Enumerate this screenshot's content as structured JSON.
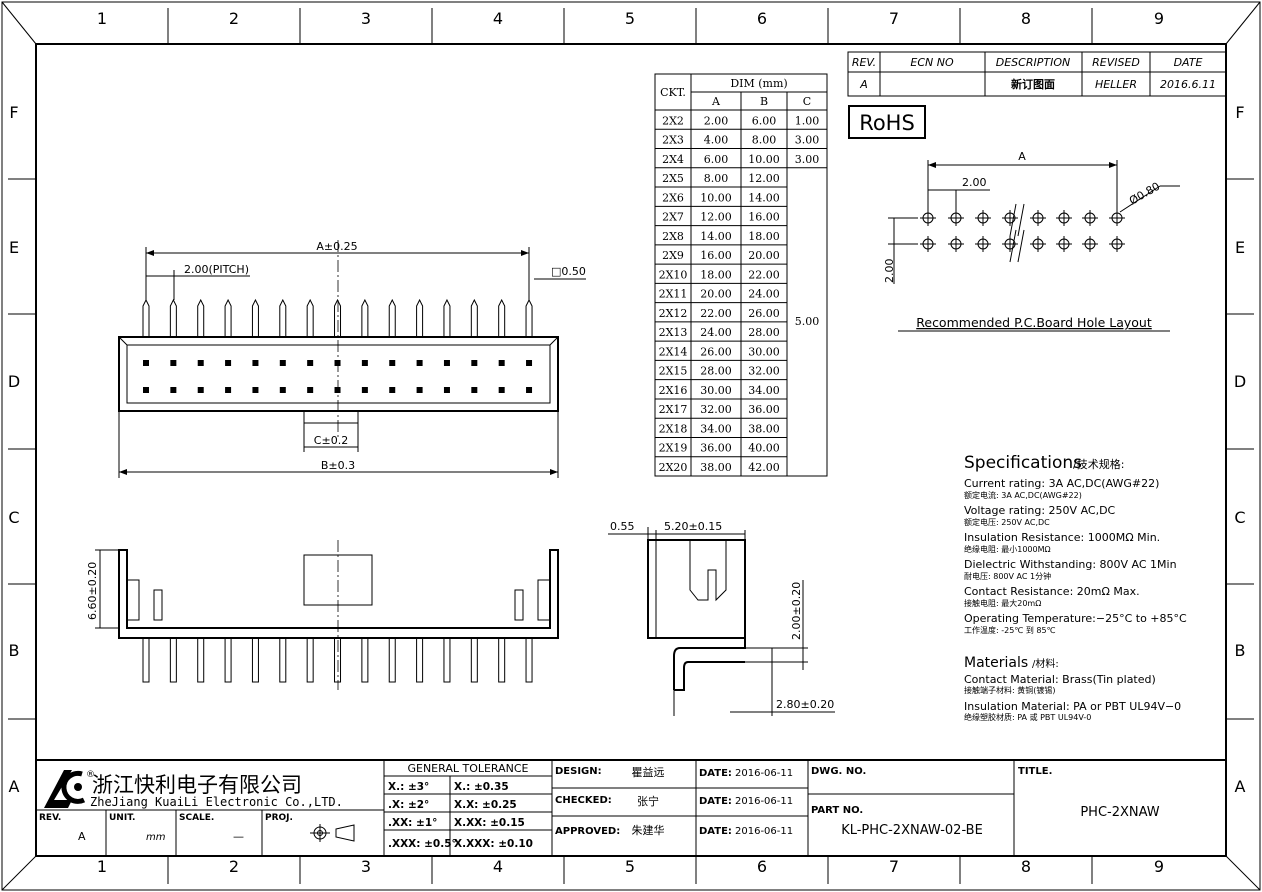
{
  "frame": {
    "col_labels": [
      "1",
      "2",
      "3",
      "4",
      "5",
      "6",
      "7",
      "8",
      "9"
    ],
    "row_labels": [
      "F",
      "E",
      "D",
      "C",
      "B",
      "A"
    ]
  },
  "revision": {
    "headers": [
      "REV.",
      "ECN NO",
      "DESCRIPTION",
      "REVISED",
      "DATE"
    ],
    "row": [
      "A",
      "",
      "新订图面",
      "HELLER",
      "2016.6.11"
    ]
  },
  "rohs": "RoHS",
  "dim_table": {
    "ckt_header": "CKT.",
    "dim_header": "DIM (mm)",
    "col_headers": [
      "A",
      "B",
      "C"
    ],
    "rows": [
      {
        "ckt": "2X2",
        "a": "2.00",
        "b": "6.00",
        "c": "1.00"
      },
      {
        "ckt": "2X3",
        "a": "4.00",
        "b": "8.00",
        "c": "3.00"
      },
      {
        "ckt": "2X4",
        "a": "6.00",
        "b": "10.00",
        "c": "3.00"
      },
      {
        "ckt": "2X5",
        "a": "8.00",
        "b": "12.00",
        "c": ""
      },
      {
        "ckt": "2X6",
        "a": "10.00",
        "b": "14.00",
        "c": ""
      },
      {
        "ckt": "2X7",
        "a": "12.00",
        "b": "16.00",
        "c": ""
      },
      {
        "ckt": "2X8",
        "a": "14.00",
        "b": "18.00",
        "c": ""
      },
      {
        "ckt": "2X9",
        "a": "16.00",
        "b": "20.00",
        "c": ""
      },
      {
        "ckt": "2X10",
        "a": "18.00",
        "b": "22.00",
        "c": ""
      },
      {
        "ckt": "2X11",
        "a": "20.00",
        "b": "24.00",
        "c": ""
      },
      {
        "ckt": "2X12",
        "a": "22.00",
        "b": "26.00",
        "c": ""
      },
      {
        "ckt": "2X13",
        "a": "24.00",
        "b": "28.00",
        "c": ""
      },
      {
        "ckt": "2X14",
        "a": "26.00",
        "b": "30.00",
        "c": ""
      },
      {
        "ckt": "2X15",
        "a": "28.00",
        "b": "32.00",
        "c": ""
      },
      {
        "ckt": "2X16",
        "a": "30.00",
        "b": "34.00",
        "c": ""
      },
      {
        "ckt": "2X17",
        "a": "32.00",
        "b": "36.00",
        "c": ""
      },
      {
        "ckt": "2X18",
        "a": "34.00",
        "b": "38.00",
        "c": ""
      },
      {
        "ckt": "2X19",
        "a": "36.00",
        "b": "40.00",
        "c": ""
      },
      {
        "ckt": "2X20",
        "a": "38.00",
        "b": "42.00",
        "c": ""
      }
    ],
    "merged_c": "5.00"
  },
  "front_view": {
    "dim_a": "A±0.25",
    "pitch": "2.00(PITCH)",
    "pin_sq": "□0.50",
    "dim_c": "C±0.2",
    "dim_b": "B±0.3"
  },
  "bottom_view": {
    "height": "6.60±0.20"
  },
  "side_view": {
    "d1": "0.55",
    "d2": "5.20±0.15",
    "d3": "2.00±0.20",
    "d4": "2.80±0.20"
  },
  "pcb_layout": {
    "dim_a": "A",
    "pitch": "2.00",
    "hole": "Ø0.80",
    "row_pitch": "2.00",
    "caption": "Recommended P.C.Board Hole Layout"
  },
  "specs": {
    "title": "Specifications",
    "title_cn": "/技术规格:",
    "items": [
      {
        "en": "Current rating: 3A AC,DC(AWG#22)",
        "cn": "额定电流: 3A AC,DC(AWG#22)"
      },
      {
        "en": "Voltage rating: 250V AC,DC",
        "cn": "额定电压: 250V AC,DC"
      },
      {
        "en": "Insulation Resistance: 1000MΩ Min.",
        "cn": "绝缘电阻: 最小1000MΩ"
      },
      {
        "en": "Dielectric Withstanding: 800V AC 1Min",
        "cn": "耐电压: 800V AC 1分钟"
      },
      {
        "en": "Contact Resistance: 20mΩ Max.",
        "cn": "接触电阻: 最大20mΩ"
      },
      {
        "en": "Operating Temperature:−25°C to +85°C",
        "cn": "工作温度: -25℃ 到 85℃"
      }
    ],
    "materials_title": "Materials",
    "materials_title_cn": "/材料:",
    "materials": [
      {
        "en": "Contact Material: Brass(Tin plated)",
        "cn": "接触端子材料: 黄铜(镀锡)"
      },
      {
        "en": "Insulation Material: PA or PBT UL94V−0",
        "cn": "绝缘塑胶材质: PA 或 PBT UL94V-0"
      }
    ]
  },
  "title_block": {
    "company_cn": "浙江快利电子有限公司",
    "company_en": "ZheJiang KuaiLi Electronic Co.,LTD.",
    "tolerance_title": "GENERAL TOLERANCE",
    "tol_rows": [
      [
        "X.: ±3°",
        "X.:    ±0.35"
      ],
      [
        ".X: ±2°",
        "X.X:  ±0.25"
      ],
      [
        ".XX: ±1°",
        "X.XX:  ±0.15"
      ],
      [
        ".XXX: ±0.5°",
        "X.XXX: ±0.10"
      ]
    ],
    "rev_label": "REV.",
    "rev": "A",
    "unit_label": "UNIT.",
    "unit": "mm",
    "scale_label": "SCALE.",
    "scale": "—",
    "proj_label": "PROJ.",
    "design_label": "DESIGN:",
    "designer": "瞿益远",
    "checked_label": "CHECKED:",
    "checker": "张宁",
    "approved_label": "APPROVED:",
    "approver": "朱建华",
    "date_label": "DATE:",
    "dates": [
      "2016-06-11",
      "2016-06-11",
      "2016-06-11"
    ],
    "dwg_label": "DWG. NO.",
    "part_label": "PART NO.",
    "part_no": "KL-PHC-2XNAW-02-BE",
    "title_label": "TITLE.",
    "title": "PHC-2XNAW"
  }
}
